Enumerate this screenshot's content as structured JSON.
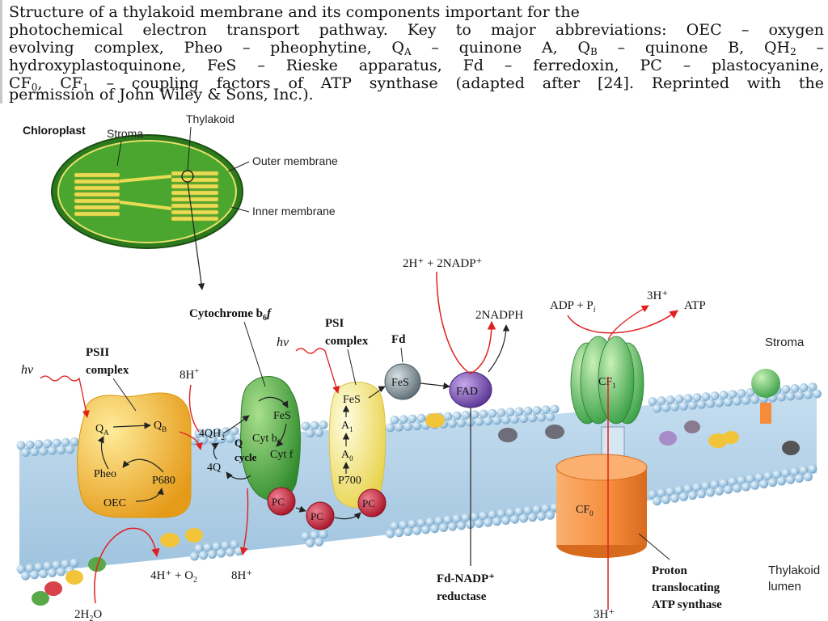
{
  "caption": {
    "line1": "Structure of a thylakoid membrane and its components important for the",
    "line2": "photochemical electron transport pathway. Key to major abbreviations: OEC – oxygen",
    "line3_a": "evolving complex, Pheo – pheophytine, Q",
    "line3_sub_a": "A",
    "line3_b": " – quinone A, Q",
    "line3_sub_b": "B",
    "line3_c": " – quinone B, QH",
    "line3_sub_c": "2",
    "line3_d": " –",
    "line4": "hydroxyplastoquinone, FeS – Rieske apparatus, Fd – ferredoxin, PC – plastocyanine,",
    "line5_a": "CF",
    "line5_sub_a": "0",
    "line5_b": ", CF",
    "line5_sub_b": "1",
    "line5_c": " – coupling factors of ATP synthase (adapted after [24]. Reprinted with the",
    "line6": "permission of John Wiley & Sons, Inc.)."
  },
  "chloroplast": {
    "title": "Chloroplast",
    "stroma": "Stroma",
    "thylakoid": "Thylakoid",
    "outer_membrane": "Outer membrane",
    "inner_membrane": "Inner membrane"
  },
  "labels": {
    "cytochrome": "Cytochrome b",
    "cytochrome_sub": "6",
    "cytochrome_f": "f",
    "psi_line1": "PSI",
    "psi_line2": "complex",
    "psii_line1": "PSII",
    "psii_line2": "complex",
    "fd": "Fd",
    "hv": "hν",
    "hv2": "hν",
    "h8_top": "8H",
    "nadp_top": "2H⁺ + 2NADP⁺",
    "nadph": "2NADPH",
    "adp": "ADP + P",
    "adp_sub": "i",
    "h3_top": "3H⁺",
    "atp": "ATP",
    "stroma": "Stroma",
    "lumen_line1": "Thylakoid",
    "lumen_line2": "lumen",
    "qa": "Q",
    "qa_sub": "A",
    "qb": "Q",
    "qb_sub": "B",
    "pheo": "Pheo",
    "p680": "P680",
    "oec": "OEC",
    "qh2": "4QH",
    "qh2_sub": "2",
    "q4": "4Q",
    "q_line1": "Q",
    "q_line2": "cycle",
    "cyt_b6": "Cyt b",
    "cyt_b6_sub": "6",
    "fes_cyt": "FeS",
    "cyt_f": "Cyt f",
    "fes_psi": "FeS",
    "a1": "A",
    "a1_sub": "1",
    "a0": "A",
    "a0_sub": "0",
    "p700": "P700",
    "pc1": "PC",
    "pc2": "PC",
    "pc3": "PC",
    "fes_fd": "FeS",
    "fad": "FAD",
    "cf1": "CF",
    "cf1_sub": "1",
    "cf0": "CF",
    "cf0_sub": "0",
    "h8_bottom": "8H⁺",
    "h4_o2": "4H⁺ + O",
    "h4_o2_sub": "2",
    "h2o": "2H",
    "h2o_sub": "2",
    "h2o_tail": "O",
    "fd_nadp_line1": "Fd-NADP⁺",
    "fd_nadp_line2": "reductase",
    "h3_bottom": "3H⁺",
    "proton_line1": "Proton",
    "proton_line2": "translocating",
    "proton_line3": "ATP synthase"
  },
  "colors": {
    "membrane_band": "#a9cde4",
    "lipid_head": "#9cc3e0",
    "psii": "#f6c238",
    "cytb6f": "#58b648",
    "psi": "#fbef88",
    "pc": "#c8283a",
    "fad": "#7d55b5",
    "fd": "#8c9aa0",
    "cf1": "#56c063",
    "cf0": "#f58c3a",
    "chloroplast_fill": "#4aa62e",
    "grana": "#e8d84a",
    "red_arrow": "#e02020"
  }
}
